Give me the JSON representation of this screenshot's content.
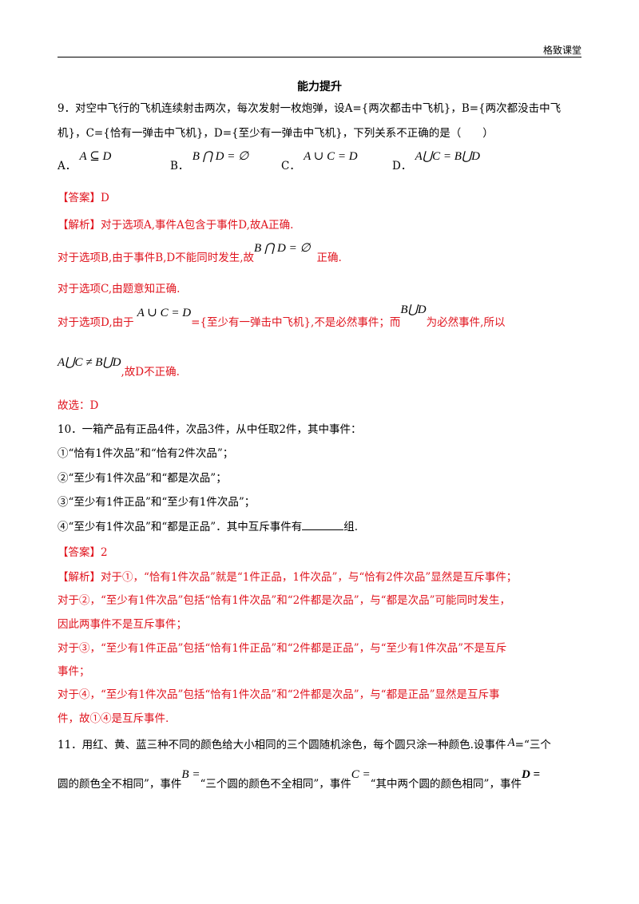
{
  "header": {
    "brand": "格致课堂",
    "section_title": "能力提升"
  },
  "q9": {
    "line1": "9．对空中飞行的飞机连续射击两次，每次发射一枚炮弹，设A={两次都击中飞机}，B={两次都没击中飞",
    "line2": "机}，C={恰有一弹击中飞机}，D={至少有一弹击中飞机}，下列关系不正确的是（　　）",
    "options": [
      {
        "letter": "A．",
        "math": "A ⊆ D"
      },
      {
        "letter": "B．",
        "math": "B ⋂ D = ∅"
      },
      {
        "letter": "C．",
        "math": "A ∪ C = D"
      },
      {
        "letter": "D．",
        "math": "A⋃C = B⋃D"
      }
    ],
    "answer": "【答案】D",
    "analysis1": "【解析】对于选项A,事件A包含于事件D,故A正确.",
    "analysis2_pre": "对于选项B,由于事件B,D不能同时发生,故",
    "analysis2_math": "B ⋂ D = ∅",
    "analysis2_post": "正确.",
    "analysis3": "对于选项C,由题意知正确.",
    "analysis4_pre": "对于选项D,由于",
    "analysis4_math1": "A ∪ C = D",
    "analysis4_mid": "={至少有一弹击中飞机},不是必然事件；而",
    "analysis4_math2": "B⋃D",
    "analysis4_post": "为必然事件,所以",
    "analysis5_math": "A⋃C ≠ B⋃D",
    "analysis5_post": ",故D不正确.",
    "conclusion": "故选：D"
  },
  "q10": {
    "stem": "10．一箱产品有正品4件，次品3件，从中任取2件，其中事件：",
    "items": [
      "①“恰有1件次品”和“恰有2件次品”；",
      "②“至少有1件次品”和“都是次品”；",
      "③“至少有1件正品”和“至少有1件次品”；",
      "④“至少有1件次品”和“都是正品”．其中互斥事件有"
    ],
    "item4_suffix": "组.",
    "answer": "【答案】2",
    "analysis": [
      "【解析】对于①，“恰有1件次品”就是“1件正品，1件次品”，与“恰有2件次品”显然是互斥事件；",
      "对于②，“至少有1件次品”包括“恰有1件次品”和“2件都是次品”，与“都是次品”可能同时发生，",
      "因此两事件不是互斥事件；",
      "对于③，“至少有1件正品”包括“恰有1件正品”和“2件都是正品”，与“至少有1件次品”不是互斥",
      "事件；",
      "对于④，“至少有1件次品”包括“恰有1件次品”和“2件都是次品”，与“都是正品”显然是互斥事",
      "件，故①④是互斥事件."
    ]
  },
  "q11": {
    "line1_pre": "11．用红、黄、蓝三种不同的颜色给大小相同的三个圆随机涂色，每个圆只涂一种颜色.设事件",
    "line1_math": "A",
    "line1_post": "=“三个",
    "line2_a": "圆的颜色全不相同”，事件",
    "line2_m1": "B =",
    "line2_b": "“三个圆的颜色不全相同”，事件",
    "line2_m2": "C =",
    "line2_c": "“其中两个圆的颜色相同”，事件",
    "line2_m3": "D ="
  }
}
